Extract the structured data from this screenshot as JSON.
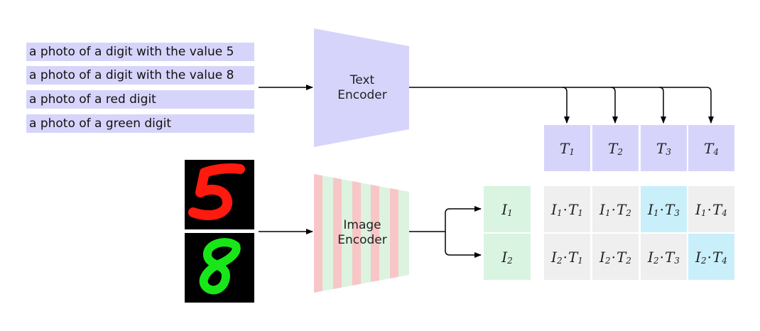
{
  "prompts": [
    "a photo of a digit with the value 5",
    "a photo of a digit with the value 8",
    "a photo of a red digit",
    "a photo of a green digit"
  ],
  "text_encoder": {
    "line1": "Text",
    "line2": "Encoder"
  },
  "image_encoder": {
    "line1": "Image",
    "line2": "Encoder"
  },
  "images": [
    {
      "digit": "5",
      "color": "#ff1a10"
    },
    {
      "digit": "8",
      "color": "#18e618"
    }
  ],
  "text_embeddings": [
    {
      "sym": "T",
      "sub": "1"
    },
    {
      "sym": "T",
      "sub": "2"
    },
    {
      "sym": "T",
      "sub": "3"
    },
    {
      "sym": "T",
      "sub": "4"
    }
  ],
  "image_embeddings": [
    {
      "sym": "I",
      "sub": "1"
    },
    {
      "sym": "I",
      "sub": "2"
    }
  ],
  "similarity_matrix": [
    [
      {
        "i": "I",
        "isub": "1",
        "dot": "·",
        "t": "T",
        "tsub": "1",
        "highlight": false
      },
      {
        "i": "I",
        "isub": "1",
        "dot": "·",
        "t": "T",
        "tsub": "2",
        "highlight": false
      },
      {
        "i": "I",
        "isub": "1",
        "dot": "·",
        "t": "T",
        "tsub": "3",
        "highlight": true
      },
      {
        "i": "I",
        "isub": "1",
        "dot": "·",
        "t": "T",
        "tsub": "4",
        "highlight": false
      }
    ],
    [
      {
        "i": "I",
        "isub": "2",
        "dot": "·",
        "t": "T",
        "tsub": "1",
        "highlight": false
      },
      {
        "i": "I",
        "isub": "2",
        "dot": "·",
        "t": "T",
        "tsub": "2",
        "highlight": false
      },
      {
        "i": "I",
        "isub": "2",
        "dot": "·",
        "t": "T",
        "tsub": "3",
        "highlight": false
      },
      {
        "i": "I",
        "isub": "2",
        "dot": "·",
        "t": "T",
        "tsub": "4",
        "highlight": true
      }
    ]
  ],
  "colors": {
    "text_purple": "#d7d4fb",
    "image_green": "#d9f4e1",
    "pair_gray": "#efefef",
    "pair_highlight": "#c9effa",
    "stripe_pink": "#f8c6c6",
    "stripe_green": "#dcf3e0"
  }
}
